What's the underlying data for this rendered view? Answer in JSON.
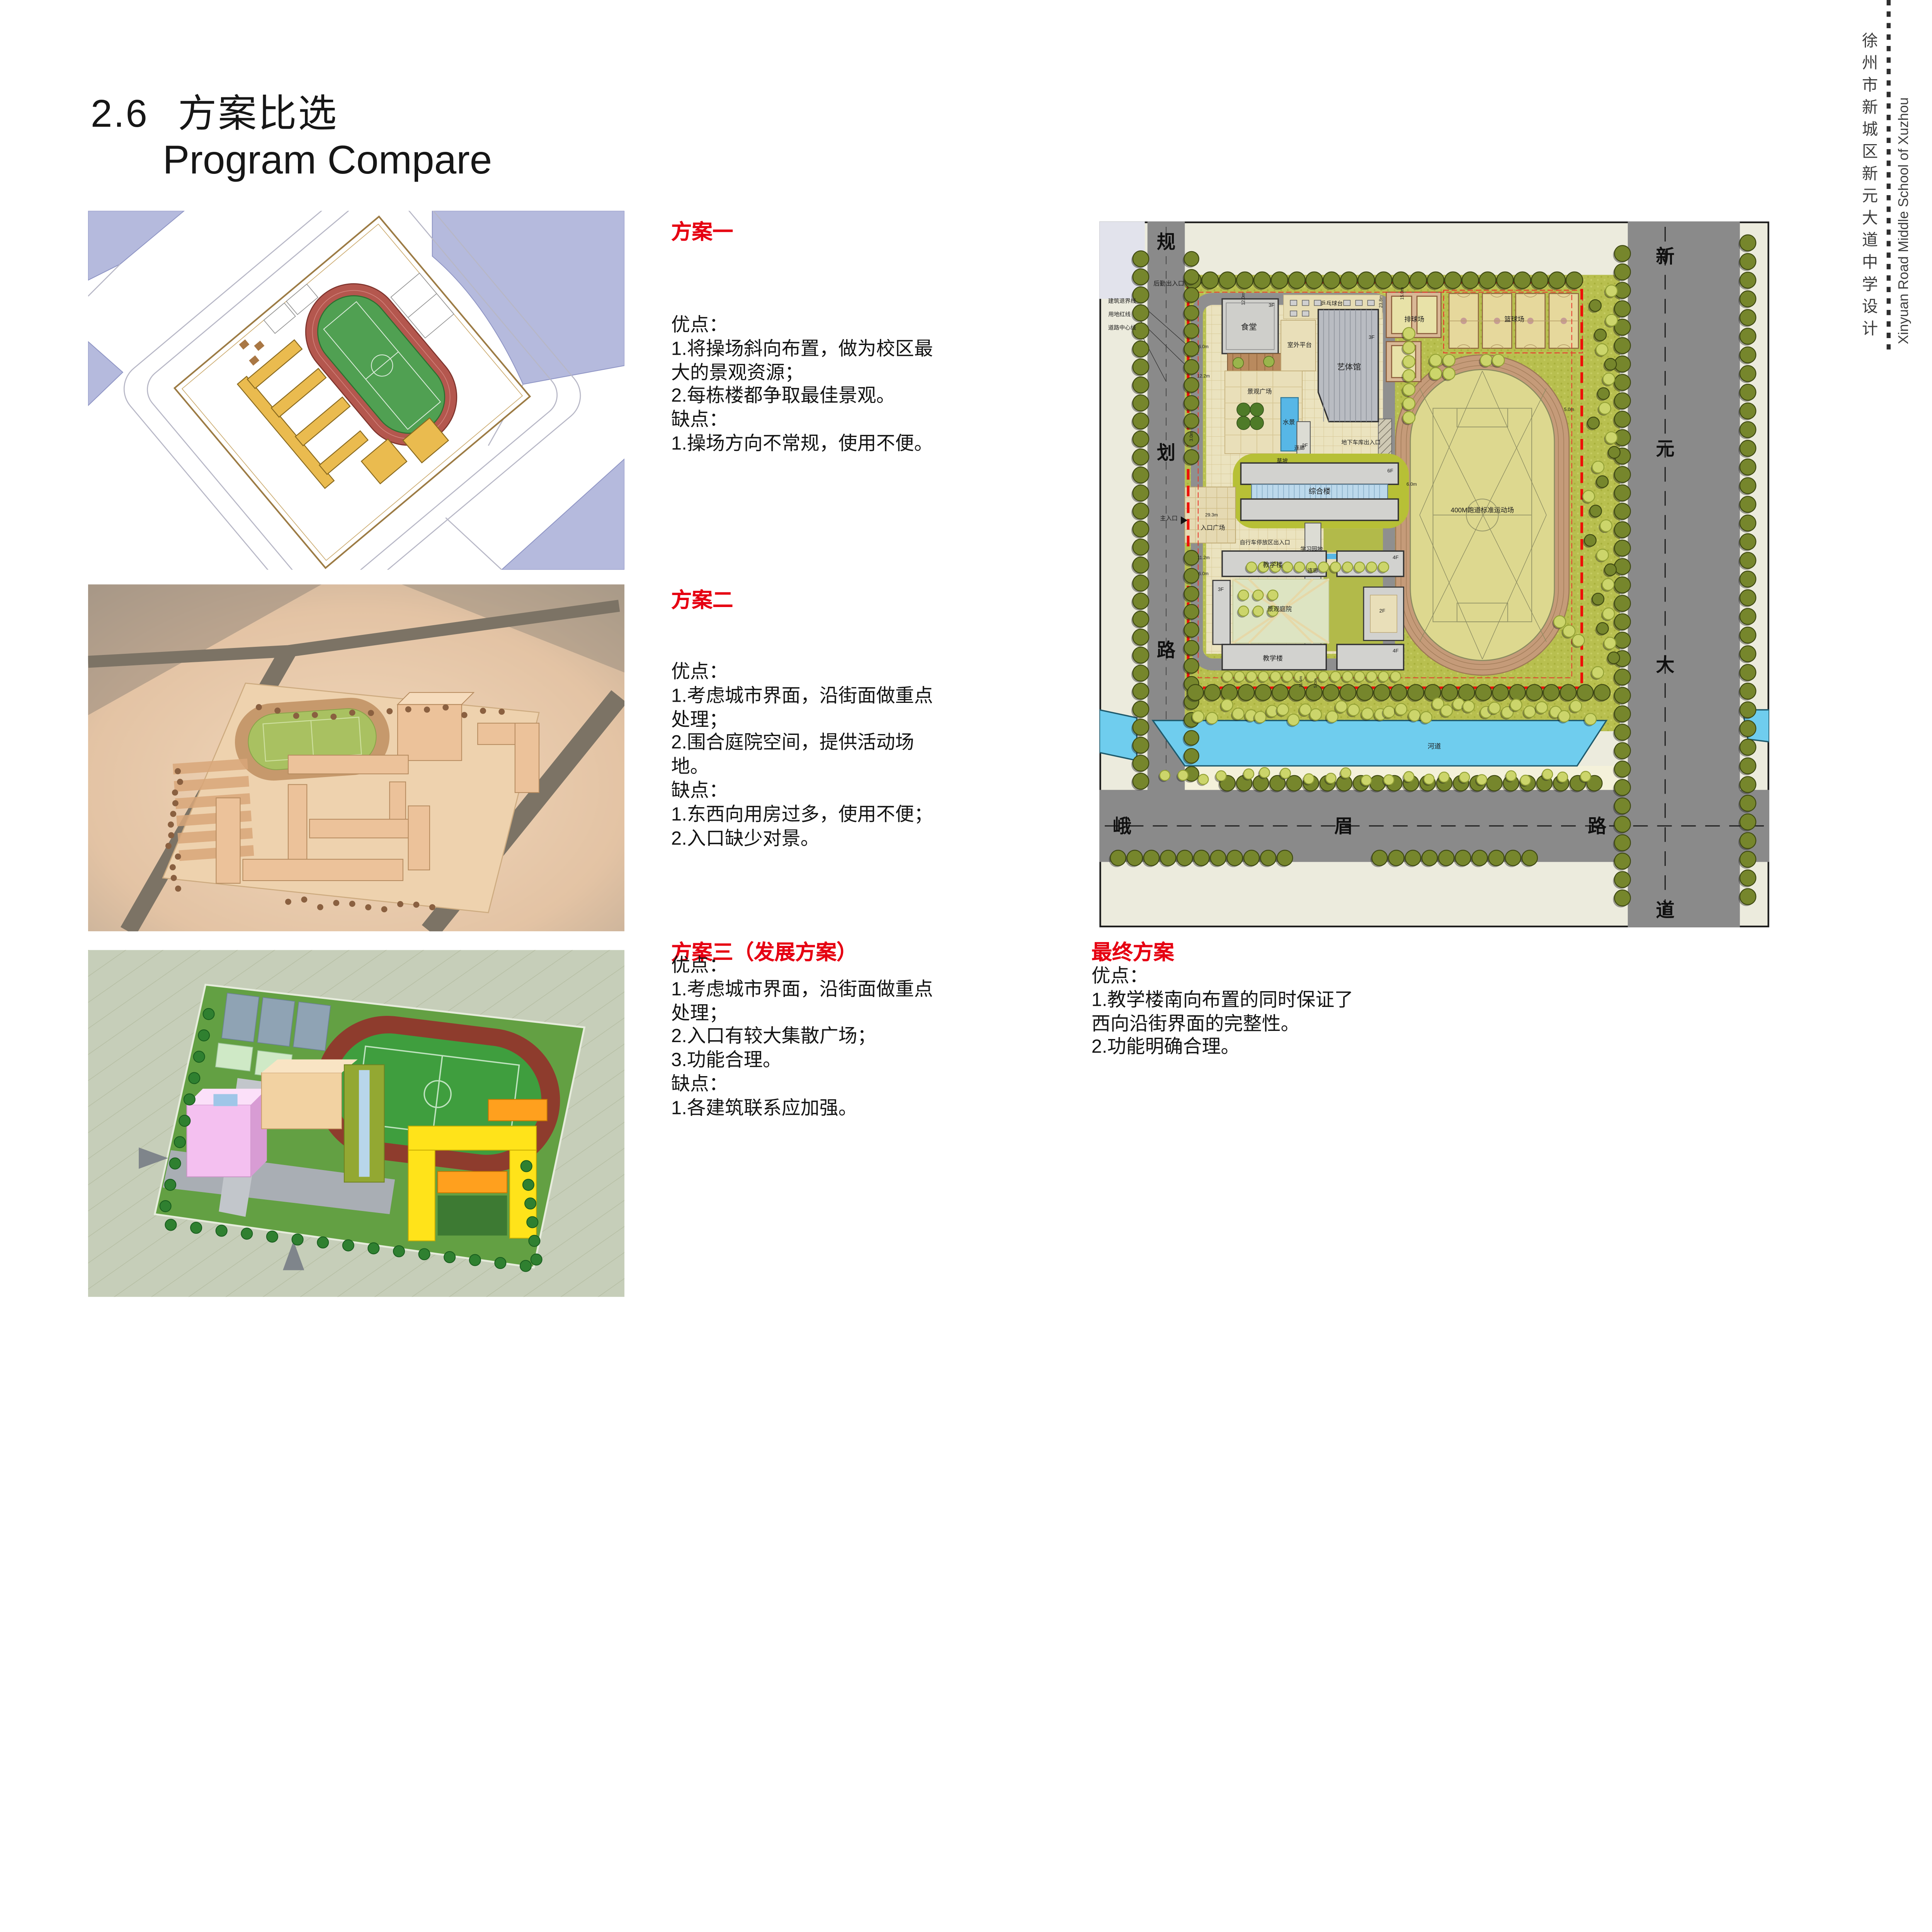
{
  "page": {
    "section_number": "2.6",
    "title_zh": "方案比选",
    "title_en": "Program Compare"
  },
  "sidebar": {
    "project_zh": "徐州市新城区新元大道中学设计",
    "project_en": "Xinyuan Road Middle School of Xuzhou"
  },
  "colors": {
    "heading_red": "#e60012",
    "boundary_red": "#ee1008",
    "road_gray": "#8a8a8a",
    "river_blue": "#6fcdee",
    "campus_green": "#b8bf4f"
  },
  "schemes": [
    {
      "heading": "方案一",
      "body": "优点：\n1.将操场斜向布置，做为校区最\n大的景观资源；\n2.每栋楼都争取最佳景观。\n缺点：\n1.操场方向不常规，使用不便。"
    },
    {
      "heading": "方案二",
      "body": "优点：\n1.考虑城市界面，沿街面做重点\n处理；\n2.围合庭院空间，提供活动场\n地。\n缺点：\n1.东西向用房过多，使用不便；\n2.入口缺少对景。"
    },
    {
      "heading": "方案三（发展方案）",
      "body": "优点：\n1.考虑城市界面，沿街面做重点\n处理；\n2.入口有较大集散广场；\n3.功能合理。\n缺点：\n1.各建筑联系应加强。"
    }
  ],
  "final_scheme": {
    "heading": "最终方案",
    "body": "优点：\n1.教学楼南向布置的同时保证了\n西向沿街界面的完整性。\n2.功能明确合理。"
  },
  "master_plan": {
    "road_names": {
      "west": "规划路",
      "east": "新元大道",
      "south": "峨眉路"
    },
    "road_chars": [
      [
        "规",
        50,
        20
      ],
      [
        "划",
        50,
        178
      ],
      [
        "路",
        50,
        326
      ],
      [
        "新",
        424,
        31
      ],
      [
        "元",
        424,
        175
      ],
      [
        "大",
        424,
        337
      ],
      [
        "道",
        424,
        521
      ],
      [
        "峨",
        17,
        458
      ],
      [
        "眉",
        183,
        458
      ],
      [
        "路",
        373,
        458
      ]
    ],
    "labels": [
      [
        "后勤出入口",
        52,
        48,
        4.6
      ],
      [
        "建筑退界线",
        17,
        61,
        4.2
      ],
      [
        "用地红线",
        15,
        71,
        4.2
      ],
      [
        "道路中心线",
        17,
        81,
        4.2
      ],
      [
        "食堂",
        112,
        81,
        6
      ],
      [
        "3F",
        129,
        64,
        3.8
      ],
      [
        "乒乓球台",
        174,
        63,
        4.2
      ],
      [
        "排球场",
        236,
        75,
        5
      ],
      [
        "篮球场",
        311,
        75,
        5
      ],
      [
        "室外平台",
        150,
        94,
        4.6
      ],
      [
        "艺体馆",
        187,
        111,
        6
      ],
      [
        "3F",
        204,
        88,
        3.8
      ],
      [
        "景观广场",
        120,
        129,
        4.6
      ],
      [
        "水景",
        142,
        152,
        4.6
      ],
      [
        "2F",
        154,
        169,
        3.8
      ],
      [
        "连廊",
        150,
        171,
        4
      ],
      [
        "地下车库出入口",
        196,
        167,
        4.2
      ],
      [
        "草坡",
        137,
        181,
        4.2
      ],
      [
        "6F",
        218,
        188,
        3.8
      ],
      [
        "综合楼",
        165,
        204,
        5.5
      ],
      [
        "6.0m",
        234,
        198,
        3.5
      ],
      [
        "主入口",
        52,
        224,
        4.4
      ],
      [
        "入口广场",
        85,
        231,
        4.6
      ],
      [
        "29.3m",
        84,
        221,
        3.4
      ],
      [
        "自行车停放区出入口",
        124,
        242,
        4.2
      ],
      [
        "学习园地",
        159,
        247,
        4.2
      ],
      [
        "连廊",
        160,
        263,
        4
      ],
      [
        "教学楼",
        130,
        259,
        5
      ],
      [
        "4F",
        222,
        253,
        3.8
      ],
      [
        "11.2m",
        78,
        253,
        3.4
      ],
      [
        "6.0m",
        78,
        265,
        3.4
      ],
      [
        "3F",
        91,
        277,
        3.8
      ],
      [
        "景观庭院",
        135,
        292,
        4.6
      ],
      [
        "2F",
        212,
        293,
        3.8
      ],
      [
        "教学楼",
        130,
        329,
        5
      ],
      [
        "4F",
        222,
        323,
        3.8
      ],
      [
        "400M跑道标准运动场",
        287,
        218,
        5
      ],
      [
        "河道",
        251,
        395,
        5
      ],
      [
        "5.0m",
        352,
        142,
        3.4
      ],
      [
        "12.0m",
        109,
        58,
        3.4,
        "v"
      ],
      [
        "6.0m",
        78,
        95,
        3.4
      ],
      [
        "12.2m",
        78,
        117,
        3.4
      ],
      [
        "3.0m",
        70,
        161,
        3.4,
        "v"
      ],
      [
        "23.8m",
        212,
        60,
        3.4,
        "v"
      ],
      [
        "15.0m",
        228,
        54,
        3.4,
        "v"
      ],
      [
        "11.4m",
        152,
        345,
        3.2,
        "v"
      ],
      [
        "5.0m",
        163,
        346,
        3.2,
        "v"
      ]
    ]
  }
}
